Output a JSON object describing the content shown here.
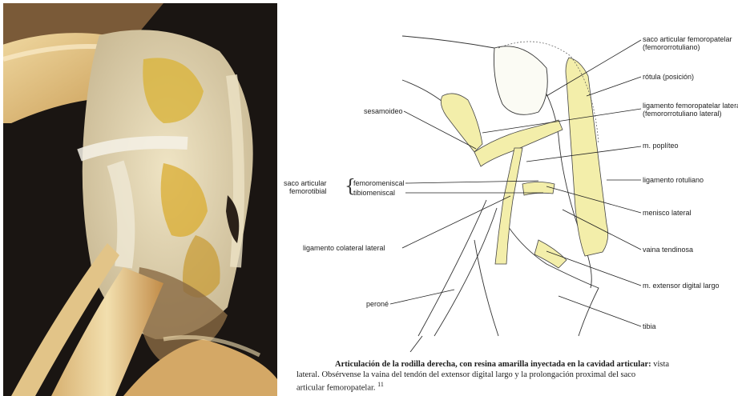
{
  "labels": {
    "saco_fem_rot": "saco articular femoropatelar",
    "saco_fem_rot_2": "(femororrotuliano)",
    "rotula": "rótula (posición)",
    "lig_fem_pat": "ligamento femoropatelar lateral",
    "lig_fem_pat_2": "(femororrotuliano lateral)",
    "sesamoideo": "sesamoideo",
    "popliteo": "m. poplíteo",
    "saco_fem_tib": "saco articular",
    "saco_fem_tib_2": "femorotibial",
    "femoromeniscal": "femoromeniscal",
    "tibiomeniscal": "tibiomeniscal",
    "lig_rotuliano": "ligamento rotuliano",
    "menisco": "menisco lateral",
    "lig_colateral": "ligamento colateral lateral",
    "vaina": "vaina tendinosa",
    "extensor": "m. extensor digital largo",
    "perone": "peroné",
    "tibia": "tibia"
  },
  "caption": {
    "title": "Articulación de la rodilla derecha, con resina amarilla inyectada en la cavidad articular:",
    "text1": " vista",
    "text2": "lateral. Obsérvense la vaina del tendón del extensor digital largo y la prolongación proximal del saco",
    "text3": "articular femoropatelar.",
    "footnote": "11"
  },
  "colors": {
    "resin_yellow": "#f3eeaa",
    "photo_background": "#1a1512",
    "bone": "#e8c98a"
  }
}
